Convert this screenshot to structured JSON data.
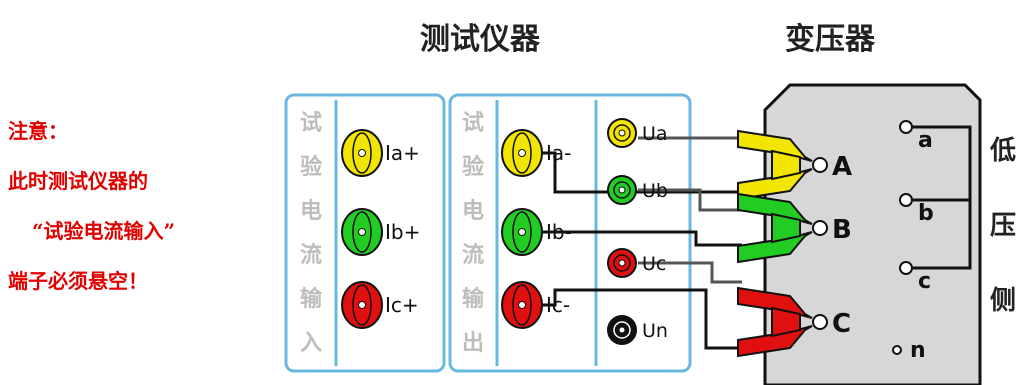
{
  "note": {
    "line1": "注意：",
    "line2": "此时测试仪器的",
    "line3": "“试验电流输入”",
    "line4": "端子必须悬空！"
  },
  "headers": {
    "instrument": "测试仪器",
    "transformer": "变压器"
  },
  "panel_in": {
    "vertical_label": [
      "试",
      "验",
      "电",
      "流",
      "输",
      "入"
    ],
    "terminals": [
      {
        "label": "Ia+",
        "color": "#f2e600"
      },
      {
        "label": "Ib+",
        "color": "#22cc22"
      },
      {
        "label": "Ic+",
        "color": "#e01010"
      }
    ]
  },
  "panel_out": {
    "vertical_label": [
      "试",
      "验",
      "电",
      "流",
      "输",
      "出"
    ],
    "terminals": [
      {
        "label": "Ia-",
        "color": "#f2e600"
      },
      {
        "label": "Ib-",
        "color": "#22cc22"
      },
      {
        "label": "Ic-",
        "color": "#e01010"
      }
    ],
    "voltage": [
      {
        "label": "Ua",
        "color": "#f2e600"
      },
      {
        "label": "Ub",
        "color": "#22cc22"
      },
      {
        "label": "Uc",
        "color": "#e01010"
      },
      {
        "label": "Un",
        "color": "#111111"
      }
    ]
  },
  "transformer": {
    "high_side": [
      {
        "label": "A",
        "clip_color": "#f2e600"
      },
      {
        "label": "B",
        "clip_color": "#22cc22"
      },
      {
        "label": "C",
        "clip_color": "#e01010"
      }
    ],
    "low_side": [
      "a",
      "b",
      "c",
      "n"
    ],
    "side_label": [
      "低",
      "压",
      "侧"
    ]
  }
}
